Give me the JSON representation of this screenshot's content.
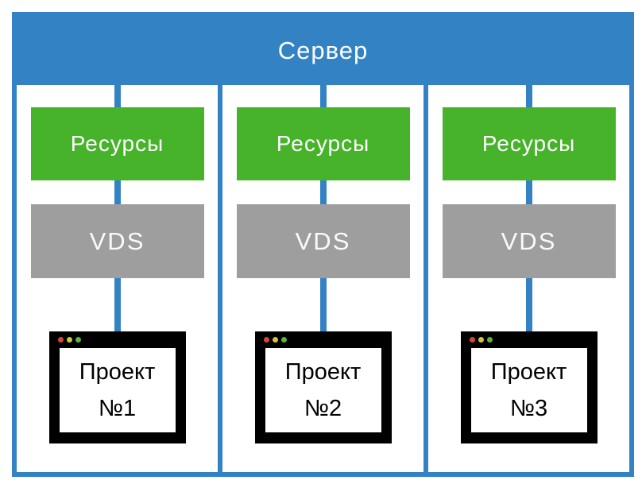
{
  "diagram": {
    "title": "Сервер",
    "columns": [
      {
        "resources_label": "Ресурсы",
        "vds_label": "VDS",
        "project_line1": "Проект",
        "project_line2": "№1"
      },
      {
        "resources_label": "Ресурсы",
        "vds_label": "VDS",
        "project_line1": "Проект",
        "project_line2": "№2"
      },
      {
        "resources_label": "Ресурсы",
        "vds_label": "VDS",
        "project_line1": "Проект",
        "project_line2": "№3"
      }
    ]
  },
  "colors": {
    "accent_blue": "#3383c4",
    "resources_green": "#47b32a",
    "vds_gray": "#9e9e9e",
    "window_black": "#000000",
    "window_dot_red": "#d9453c",
    "window_dot_yellow": "#d3c43e",
    "window_dot_green": "#5cb440"
  }
}
